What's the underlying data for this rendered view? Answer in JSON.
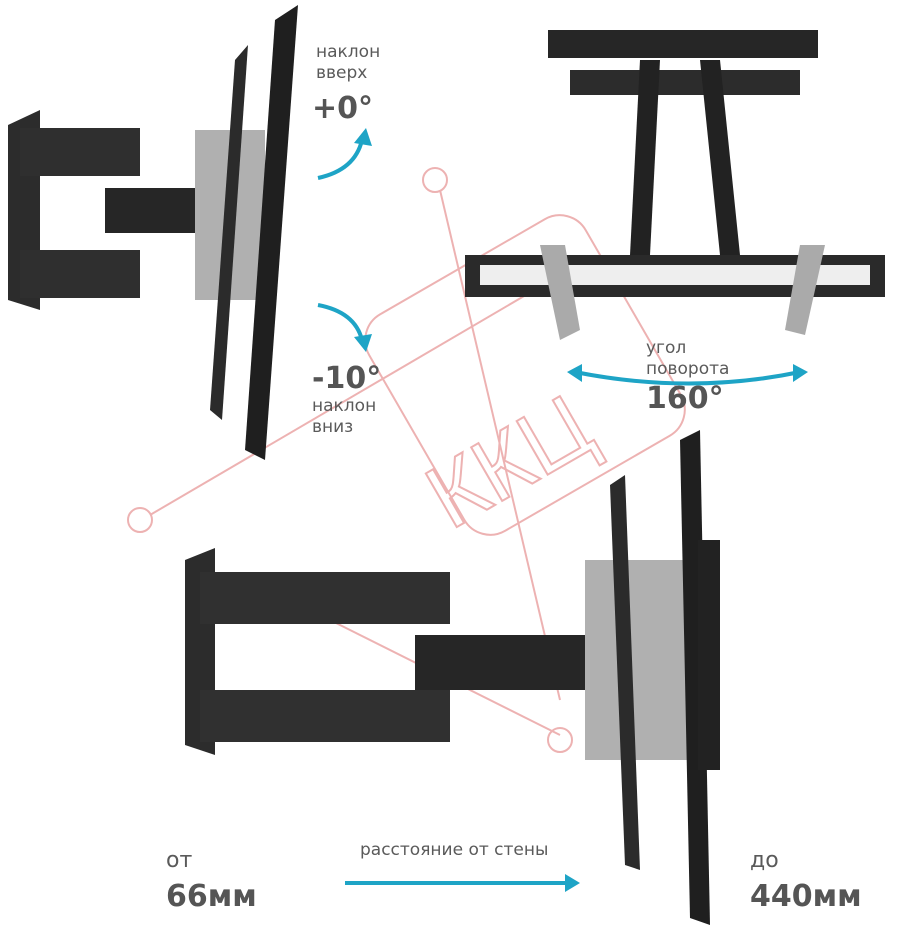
{
  "colors": {
    "arrow": "#1ea4c6",
    "metal_dark": "#2a2a2a",
    "metal_light": "#a9a9a9",
    "watermark": "#e9a0a0"
  },
  "watermark": "ККЦ",
  "tilt_up": {
    "label_line1": "наклон",
    "label_line2": "вверх",
    "value": "+0°"
  },
  "tilt_down": {
    "value": "-10°",
    "label_line1": "наклон",
    "label_line2": "вниз"
  },
  "swivel": {
    "label_line1": "угол",
    "label_line2": "поворота",
    "value": "160°"
  },
  "distance": {
    "from_label": "от",
    "from_value": "66мм",
    "caption": "расстояние от стены",
    "to_label": "до",
    "to_value": "440мм"
  }
}
